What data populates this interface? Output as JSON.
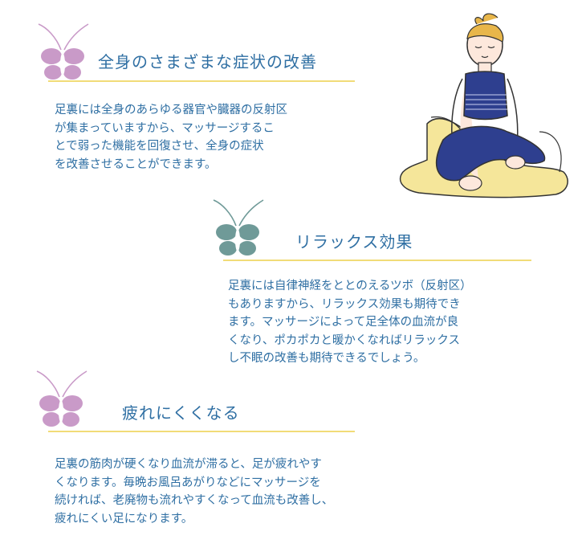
{
  "colors": {
    "text": "#2f6fa3",
    "rule": "#f1dc78",
    "butterfly_pink": "#c99ac8",
    "butterfly_teal": "#6f9a98"
  },
  "sections": [
    {
      "icon": "butterfly-pink-icon",
      "title": "全身のさまざまな症状の改善",
      "body": "足裏には全身のあらゆる器官や臓器の反射区\nが集まっていますから、マッサージするこ\nとで弱った機能を回復させ、全身の症状\nを改善させることができます。"
    },
    {
      "icon": "butterfly-teal-icon",
      "title": "リラックス効果",
      "body": "足裏には自律神経をととのえるツボ（反射区）\nもありますから、リラックス効果も期待でき\nます。マッサージによって足全体の血流が良\nくなり、ポカポカと暖かくなればリラックス\nし不眠の改善も期待できるでしょう。"
    },
    {
      "icon": "butterfly-pink-icon",
      "title": "疲れにくくなる",
      "body": "足裏の筋肉が硬くなり血流が滞ると、足が疲れやす\nくなります。毎晩お風呂あがりなどにマッサージを\n続ければ、老廃物も流れやすくなって血流も改善し、\n疲れにくい足になります。"
    }
  ],
  "illustration": {
    "name": "meditating-woman-illustration"
  }
}
